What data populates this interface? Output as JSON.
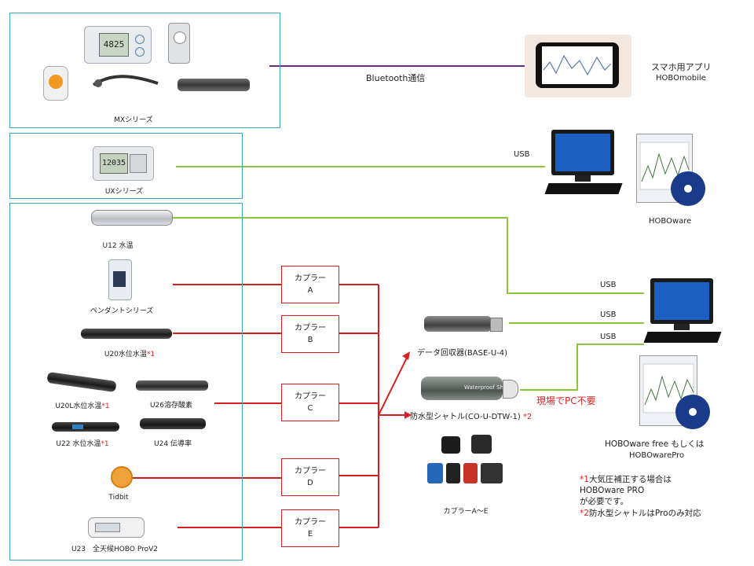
{
  "groups": {
    "mx": {
      "label": "MXシリーズ"
    },
    "ux": {
      "label": "UXシリーズ"
    },
    "u_series": {
      "u12": "U12 水温",
      "pendant": "ペンダントシリーズ",
      "u20": "U20水位水温",
      "u20_mark": "*1",
      "u20l": "U20L水位水温",
      "u20l_mark": "*1",
      "u26": "U26溶存酸素",
      "u22": "U22 水位水温",
      "u22_mark": "*1",
      "u24": "U24 伝導率",
      "tidbit": "Tidbit",
      "u23": "U23　全天候HOBO ProV2"
    }
  },
  "mx_device": {
    "screen": "4825"
  },
  "ux_device": {
    "screen": "12035"
  },
  "connections": {
    "bluetooth": "Bluetooth通信",
    "usb_ux": "USB",
    "usb_1": "USB",
    "usb_2": "USB",
    "usb_3": "USB",
    "field": "現場でPC不要"
  },
  "couplers": [
    {
      "name": "カプラー",
      "id": "A"
    },
    {
      "name": "カプラー",
      "id": "B"
    },
    {
      "name": "カプラー",
      "id": "C"
    },
    {
      "name": "カプラー",
      "id": "D"
    },
    {
      "name": "カプラー",
      "id": "E"
    }
  ],
  "devices": {
    "base": "データ回収器(BASE-U-4)",
    "shuttle": "防水型シャトル(CO-U-DTW-1)",
    "shuttle_mark": "*2",
    "couplers_ae": "カプラーA～E",
    "shuttle_brand": "Waterproof Shuttle"
  },
  "software": {
    "app_line1": "スマホ用アプリ",
    "app_line2": "HOBOmobile",
    "hoboware": "HOBOware",
    "pro_line1": "HOBOware free もしくは",
    "pro_line2": "HOBOwarePro"
  },
  "notes": {
    "n1_mark": "*1",
    "n1_text": "大気圧補正する場合は",
    "n1_line2": "HOBOware PRO",
    "n1_line3": "が必要です。",
    "n2_mark": "*2",
    "n2_text": "防水型シャトルはProのみ対応"
  },
  "colors": {
    "bluetooth_line": "#6b2c86",
    "usb_line": "#8cc63f",
    "coupler_line": "#d62020",
    "box_border": "#3fa9c4"
  }
}
